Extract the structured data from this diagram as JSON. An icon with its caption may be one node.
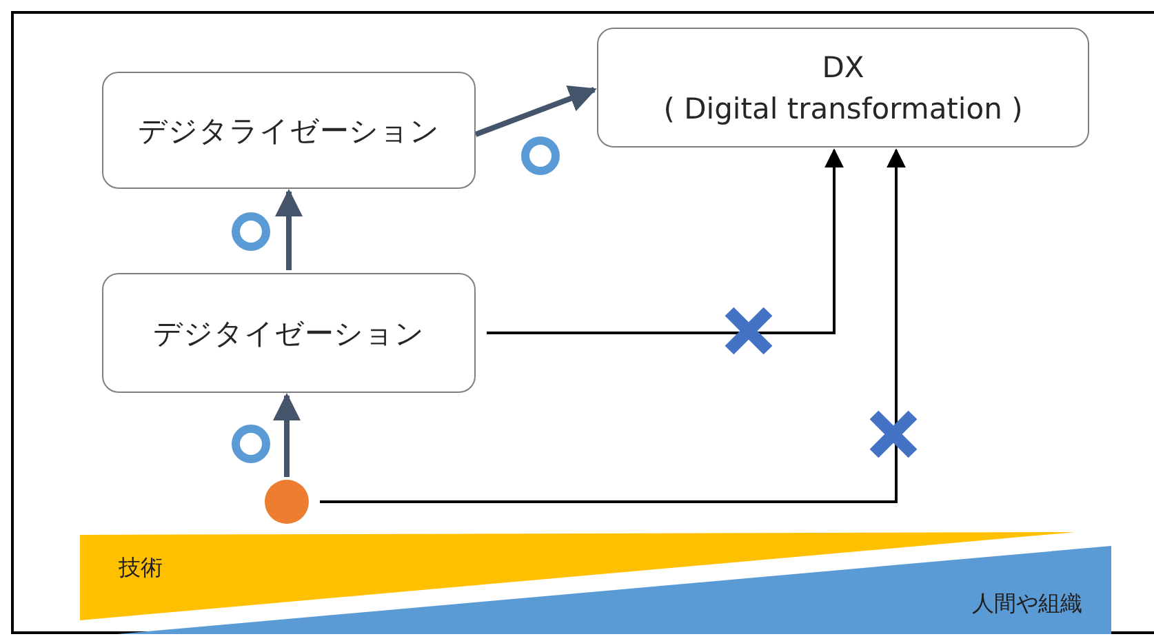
{
  "diagram": {
    "nodes": [
      {
        "text": [
          "デジタライゼーション"
        ]
      },
      {
        "text": [
          "DX",
          "( Digital transformation )"
        ]
      },
      {
        "text": [
          "デジタイゼーション"
        ]
      },
      {
        "text": [],
        "shape": "circle"
      },
      {
        "text": [
          "技術"
        ]
      },
      {
        "text": [
          "人間や組織"
        ]
      }
    ],
    "edges": [
      {
        "from": 3,
        "to": 2,
        "arrow": "to"
      },
      {
        "from": 2,
        "to": 0,
        "arrow": "to"
      },
      {
        "from": 0,
        "to": 1,
        "arrow": "to"
      },
      {
        "from": 2,
        "to": 1,
        "arrow": "to",
        "color": "#000000"
      },
      {
        "from": 3,
        "to": 1,
        "arrow": "to",
        "color": "#000000"
      }
    ]
  }
}
